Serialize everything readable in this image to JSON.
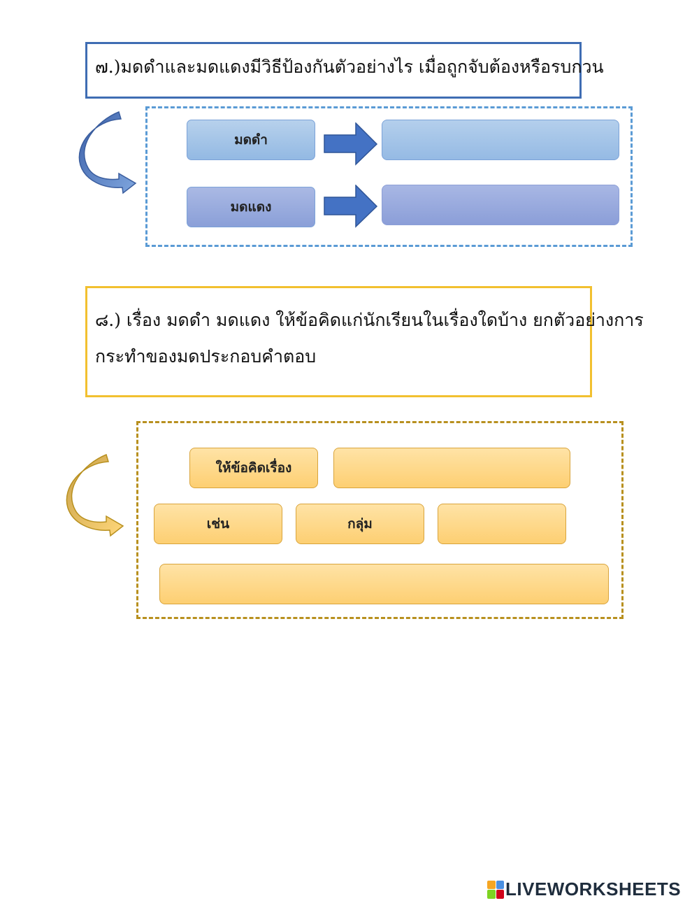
{
  "q7": {
    "question": "๗.)มดดำและมดแดงมีวิธีป้องกันตัวอย่างไร เมื่อถูกจับต้องหรือรบกวน",
    "rows": [
      {
        "label": "มดดำ",
        "answer": ""
      },
      {
        "label": "มดแดง",
        "answer": ""
      }
    ]
  },
  "q8": {
    "question_line1": "๘.) เรื่อง มดดำ มดแดง ให้ข้อคิดแก่นักเรียนในเรื่องใดบ้าง ยกตัวอย่างการ",
    "question_line2": "กระทำของมดประกอบคำตอบ",
    "lesson_label": "ให้ข้อคิดเรื่อง",
    "example_label": "เช่น",
    "group_label": "กลุ่ม",
    "lesson_answer": "",
    "group_answer": "",
    "example_answer": ""
  },
  "brand": {
    "name": "LIVEWORKSHEETS",
    "logo_colors": [
      "#f5a623",
      "#4a90e2",
      "#7ed321",
      "#d0021b"
    ]
  }
}
